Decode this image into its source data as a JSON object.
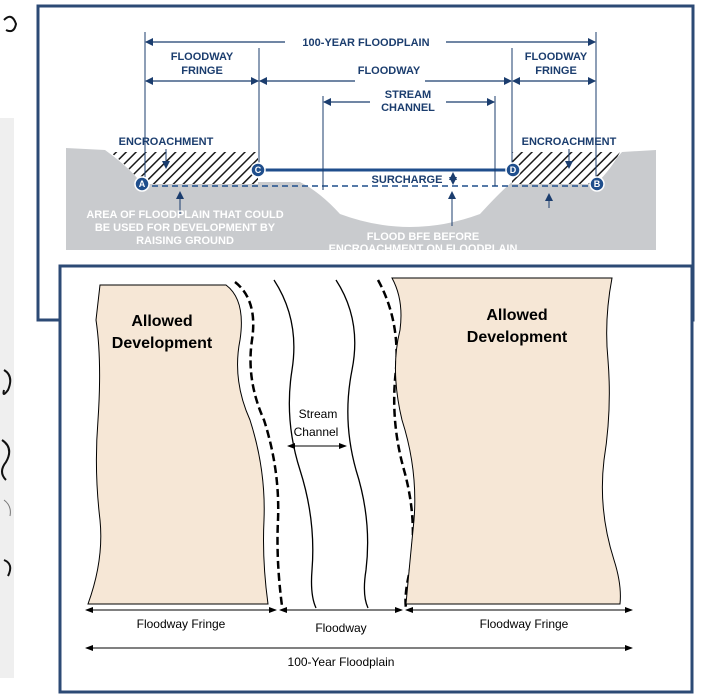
{
  "cross_section": {
    "floodplain_label": "100-YEAR FLOODPLAIN",
    "fringe_left_label_1": "FLOODWAY",
    "fringe_left_label_2": "FRINGE",
    "floodway_label": "FLOODWAY",
    "fringe_right_label_1": "FLOODWAY",
    "fringe_right_label_2": "FRINGE",
    "stream_label_1": "STREAM",
    "stream_label_2": "CHANNEL",
    "encroachment_left": "ENCROACHMENT",
    "encroachment_right": "ENCROACHMENT",
    "surcharge_label": "SURCHARGE",
    "area_label_1": "AREA OF FLOODPLAIN THAT COULD",
    "area_label_2": "BE USED FOR DEVELOPMENT BY",
    "area_label_3": "RAISING GROUND",
    "bfe_label_1": "FLOOD BFE BEFORE",
    "bfe_label_2": "ENCROACHMENT ON FLOODPLAIN",
    "point_a": "A",
    "point_b": "B",
    "point_c": "C",
    "point_d": "D"
  },
  "plan_view": {
    "dev_left_1": "Allowed",
    "dev_left_2": "Development",
    "dev_right_1": "Allowed",
    "dev_right_2": "Development",
    "stream_1": "Stream",
    "stream_2": "Channel",
    "fringe_left": "Floodway Fringe",
    "floodway": "Floodway",
    "fringe_right": "Floodway Fringe",
    "floodplain": "100-Year Floodplain"
  },
  "colors": {
    "frame": "#2c4a75",
    "ground": "#c9cbce",
    "development": "#f6e7d6",
    "label_dark": "#1b3d6e",
    "water_line": "#1f4e8c"
  }
}
